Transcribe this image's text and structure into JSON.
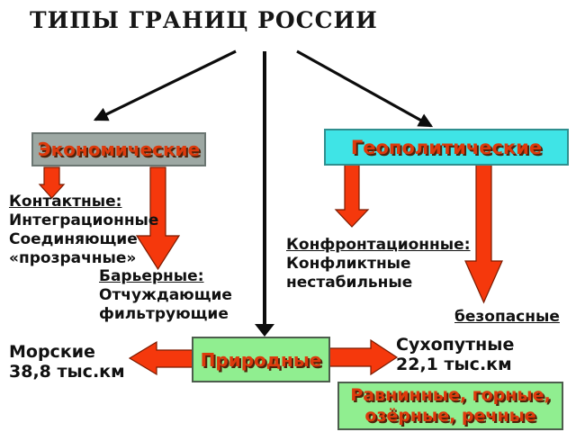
{
  "title": "ТИПЫ ГРАНИЦ РОССИИ",
  "colors": {
    "box_economic": "#9da8a3",
    "box_geopolitical": "#3fe4e6",
    "box_natural": "#90ee90",
    "arrow_red": "#f5380c",
    "label_red": "#dd3a0c"
  },
  "nodes": {
    "economic": "Экономические",
    "geopolitical": "Геополитические",
    "natural": "Природные",
    "natural_types_line1": "Равнинные, горные,",
    "natural_types_line2": "озёрные, речные"
  },
  "labels": {
    "contact": {
      "heading": "Контактные:",
      "items": [
        "Интеграционные",
        "Соединяющие",
        "«прозрачные»"
      ]
    },
    "barrier": {
      "heading": "Барьерные:",
      "items": [
        "Отчуждающие",
        "фильтрующие"
      ]
    },
    "confrontational": {
      "heading": "Конфронтационные: ",
      "items": [
        "Конфликтные",
        "нестабильные"
      ]
    },
    "safe": "безопасные",
    "sea": {
      "type": "Морские",
      "length": "38,8 тыс.км"
    },
    "land": {
      "type": "Сухопутные",
      "length": "22,1 тыс.км"
    }
  }
}
